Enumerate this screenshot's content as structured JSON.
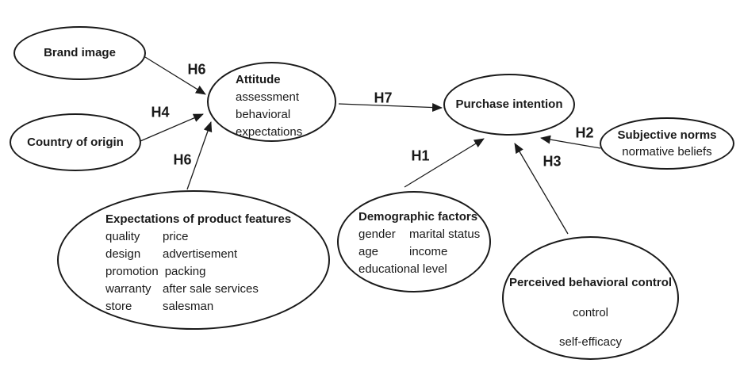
{
  "diagram": {
    "nodes": {
      "brand_image": {
        "title": "Brand image"
      },
      "country_of_origin": {
        "title": "Country of origin"
      },
      "attitude": {
        "title": "Attitude",
        "items": [
          "assessment",
          "behavioral",
          "expectations"
        ]
      },
      "purchase_intention": {
        "title": "Purchase intention"
      },
      "subjective_norms": {
        "title": "Subjective norms",
        "subtitle": "normative beliefs"
      },
      "expectations_of_product_features": {
        "title": "Expectations of product features",
        "rows": [
          [
            "quality",
            "price"
          ],
          [
            "design",
            "advertisement"
          ],
          [
            "promotion",
            "packing"
          ],
          [
            "warranty",
            "after sale services"
          ],
          [
            "store",
            "salesman"
          ]
        ]
      },
      "demographic_factors": {
        "title": "Demographic factors",
        "rows": [
          [
            "gender",
            "marital status"
          ],
          [
            "age",
            "income"
          ],
          [
            "educational level",
            ""
          ]
        ]
      },
      "perceived_behavioral_control": {
        "title": "Perceived behavioral control",
        "items": [
          "control",
          "self-efficacy"
        ]
      }
    },
    "edges": [
      {
        "label": "H6",
        "from": "Brand image",
        "to": "Attitude"
      },
      {
        "label": "H4",
        "from": "Country of origin",
        "to": "Attitude"
      },
      {
        "label": "H6",
        "from": "Expectations of product features",
        "to": "Attitude"
      },
      {
        "label": "H7",
        "from": "Attitude",
        "to": "Purchase intention"
      },
      {
        "label": "H1",
        "from": "Demographic factors",
        "to": "Purchase intention"
      },
      {
        "label": "H2",
        "from": "Subjective norms",
        "to": "Purchase intention"
      },
      {
        "label": "H3",
        "from": "Perceived behavioral control",
        "to": "Purchase intention"
      }
    ],
    "colors": {
      "background": "#ffffff",
      "stroke": "#1a1a1a",
      "text": "#1a1a1a"
    }
  }
}
